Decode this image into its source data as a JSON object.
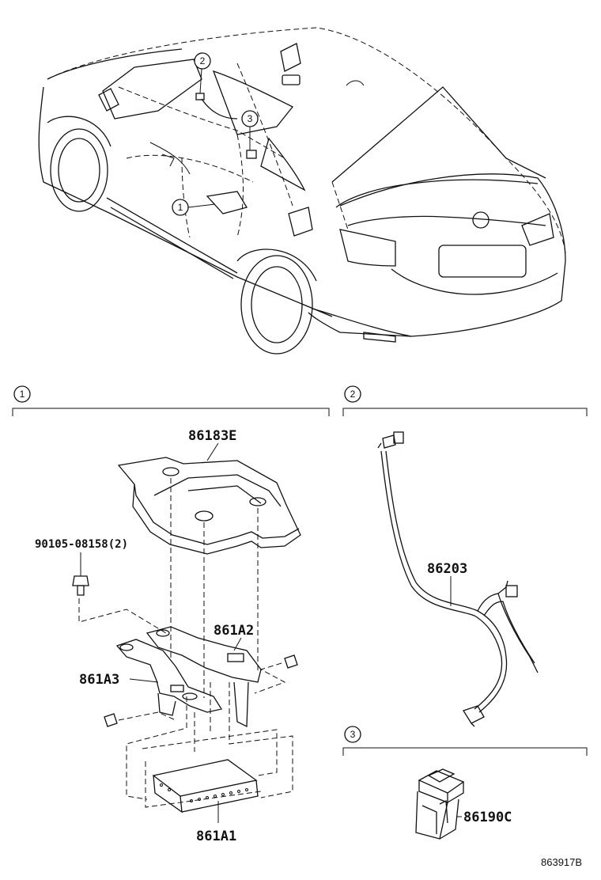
{
  "callouts": {
    "c1": "1",
    "c2": "2",
    "c3": "3"
  },
  "sections": [
    {
      "id": "1",
      "label": "1"
    },
    {
      "id": "2",
      "label": "2"
    },
    {
      "id": "3",
      "label": "3"
    }
  ],
  "parts": {
    "cover": "86183E",
    "bolt": "90105-08158(2)",
    "bracket_2": "861A2",
    "bracket_3": "861A3",
    "receiver": "861A1",
    "wire_harness": "86203",
    "switch": "86190C"
  },
  "reference_code": "863917B"
}
